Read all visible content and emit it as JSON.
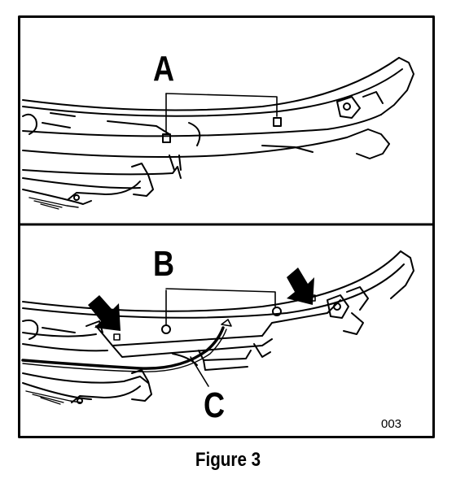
{
  "figure": {
    "callouts": {
      "a": "A",
      "b": "B",
      "c": "C"
    },
    "code": "003",
    "caption": "Figure 3"
  }
}
